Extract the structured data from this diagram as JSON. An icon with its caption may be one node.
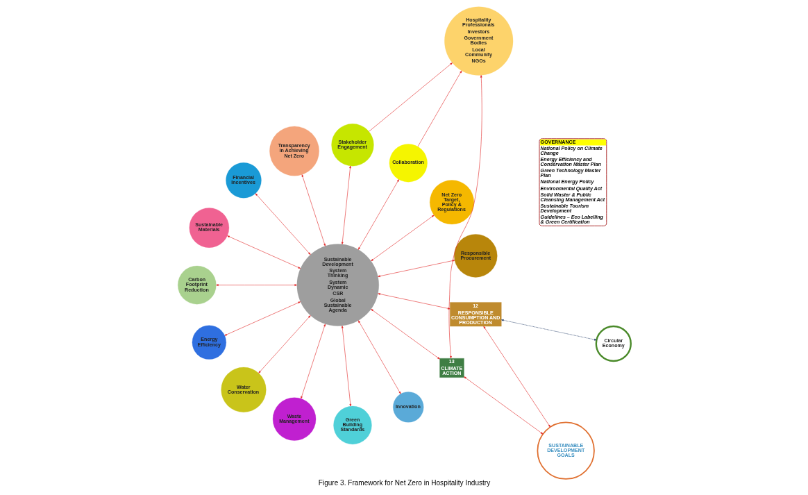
{
  "diagram": {
    "caption": "Figure 3. Framework for Net Zero in Hospitality Industry",
    "nodes": [
      {
        "text": [
          "GOVERNANCE",
          "National Policy on Climate Change",
          "Energy Efficiency and Conservation Master Plan",
          "Green Technology Master Plan",
          "National Energy Policy",
          "Environmental Quality Act",
          "Solid Waster & Public Cleansing Management Act",
          "Sustainable Tourism Development",
          "Guidelines – Eco Labelling & Green Certification"
        ]
      },
      {
        "text": [
          "Sustainable Development",
          "System Thinking",
          "System Dynamic",
          "CSR",
          "Global Sustainable Agenda"
        ]
      },
      {
        "text": [
          "Responsible Procurement"
        ]
      },
      {
        "text": [
          "Net Zero Target, Policy & Regulations"
        ]
      },
      {
        "text": [
          "Collaboration"
        ]
      },
      {
        "text": [
          "Stakeholder Engagement"
        ]
      },
      {
        "text": [
          "Transparency in Achieving Net Zero"
        ]
      },
      {
        "text": [
          "Financial Incentives"
        ]
      },
      {
        "text": [
          "Sustainable Materials"
        ]
      },
      {
        "text": [
          "Carbon Footprint Reduction"
        ]
      },
      {
        "text": [
          "Energy Efficiency"
        ]
      },
      {
        "text": [
          "Water Conservation"
        ]
      },
      {
        "text": [
          "Waste Management"
        ]
      },
      {
        "text": [
          "Green Building Standards"
        ]
      },
      {
        "text": [
          "Innovation"
        ]
      },
      {
        "text": [
          "Hospitality Professionals",
          "Investors",
          "Government Bodies",
          "Local Community",
          "NGOs"
        ]
      },
      {
        "text": [
          "13",
          "CLIMATE ACTION"
        ]
      },
      {
        "text": [
          "SUSTAINABLE DEVELOPMENT GOALS"
        ]
      },
      {
        "text": [
          "12",
          "RESPONSIBLE CONSUMPTION AND PRODUCTION"
        ]
      },
      {
        "text": [
          "Circular Economy"
        ]
      }
    ],
    "edges": [
      {
        "from": 1,
        "to": 2,
        "arrow": "both"
      },
      {
        "from": 1,
        "to": 3,
        "arrow": "both"
      },
      {
        "from": 1,
        "to": 4,
        "arrow": "both"
      },
      {
        "from": 1,
        "to": 5,
        "arrow": "both"
      },
      {
        "from": 1,
        "to": 6,
        "arrow": "both"
      },
      {
        "from": 1,
        "to": 7,
        "arrow": "both"
      },
      {
        "from": 1,
        "to": 8,
        "arrow": "both"
      },
      {
        "from": 1,
        "to": 9,
        "arrow": "both"
      },
      {
        "from": 1,
        "to": 10,
        "arrow": "both"
      },
      {
        "from": 1,
        "to": 11,
        "arrow": "both"
      },
      {
        "from": 1,
        "to": 12,
        "arrow": "both"
      },
      {
        "from": 1,
        "to": 13,
        "arrow": "both"
      },
      {
        "from": 1,
        "to": 14,
        "arrow": "both"
      },
      {
        "from": 4,
        "to": 15,
        "arrow": "to"
      },
      {
        "from": 5,
        "to": 15,
        "arrow": "to"
      },
      {
        "from": 15,
        "to": 16,
        "arrow": "both"
      },
      {
        "from": 1,
        "to": 16,
        "arrow": "both"
      },
      {
        "from": 1,
        "to": 18,
        "arrow": "both"
      },
      {
        "from": 16,
        "to": 17,
        "arrow": "both"
      },
      {
        "from": 17,
        "to": 18,
        "arrow": "both"
      },
      {
        "from": 19,
        "to": 18,
        "arrow": "both",
        "style": "dashed",
        "color": "#1f3864"
      }
    ]
  }
}
